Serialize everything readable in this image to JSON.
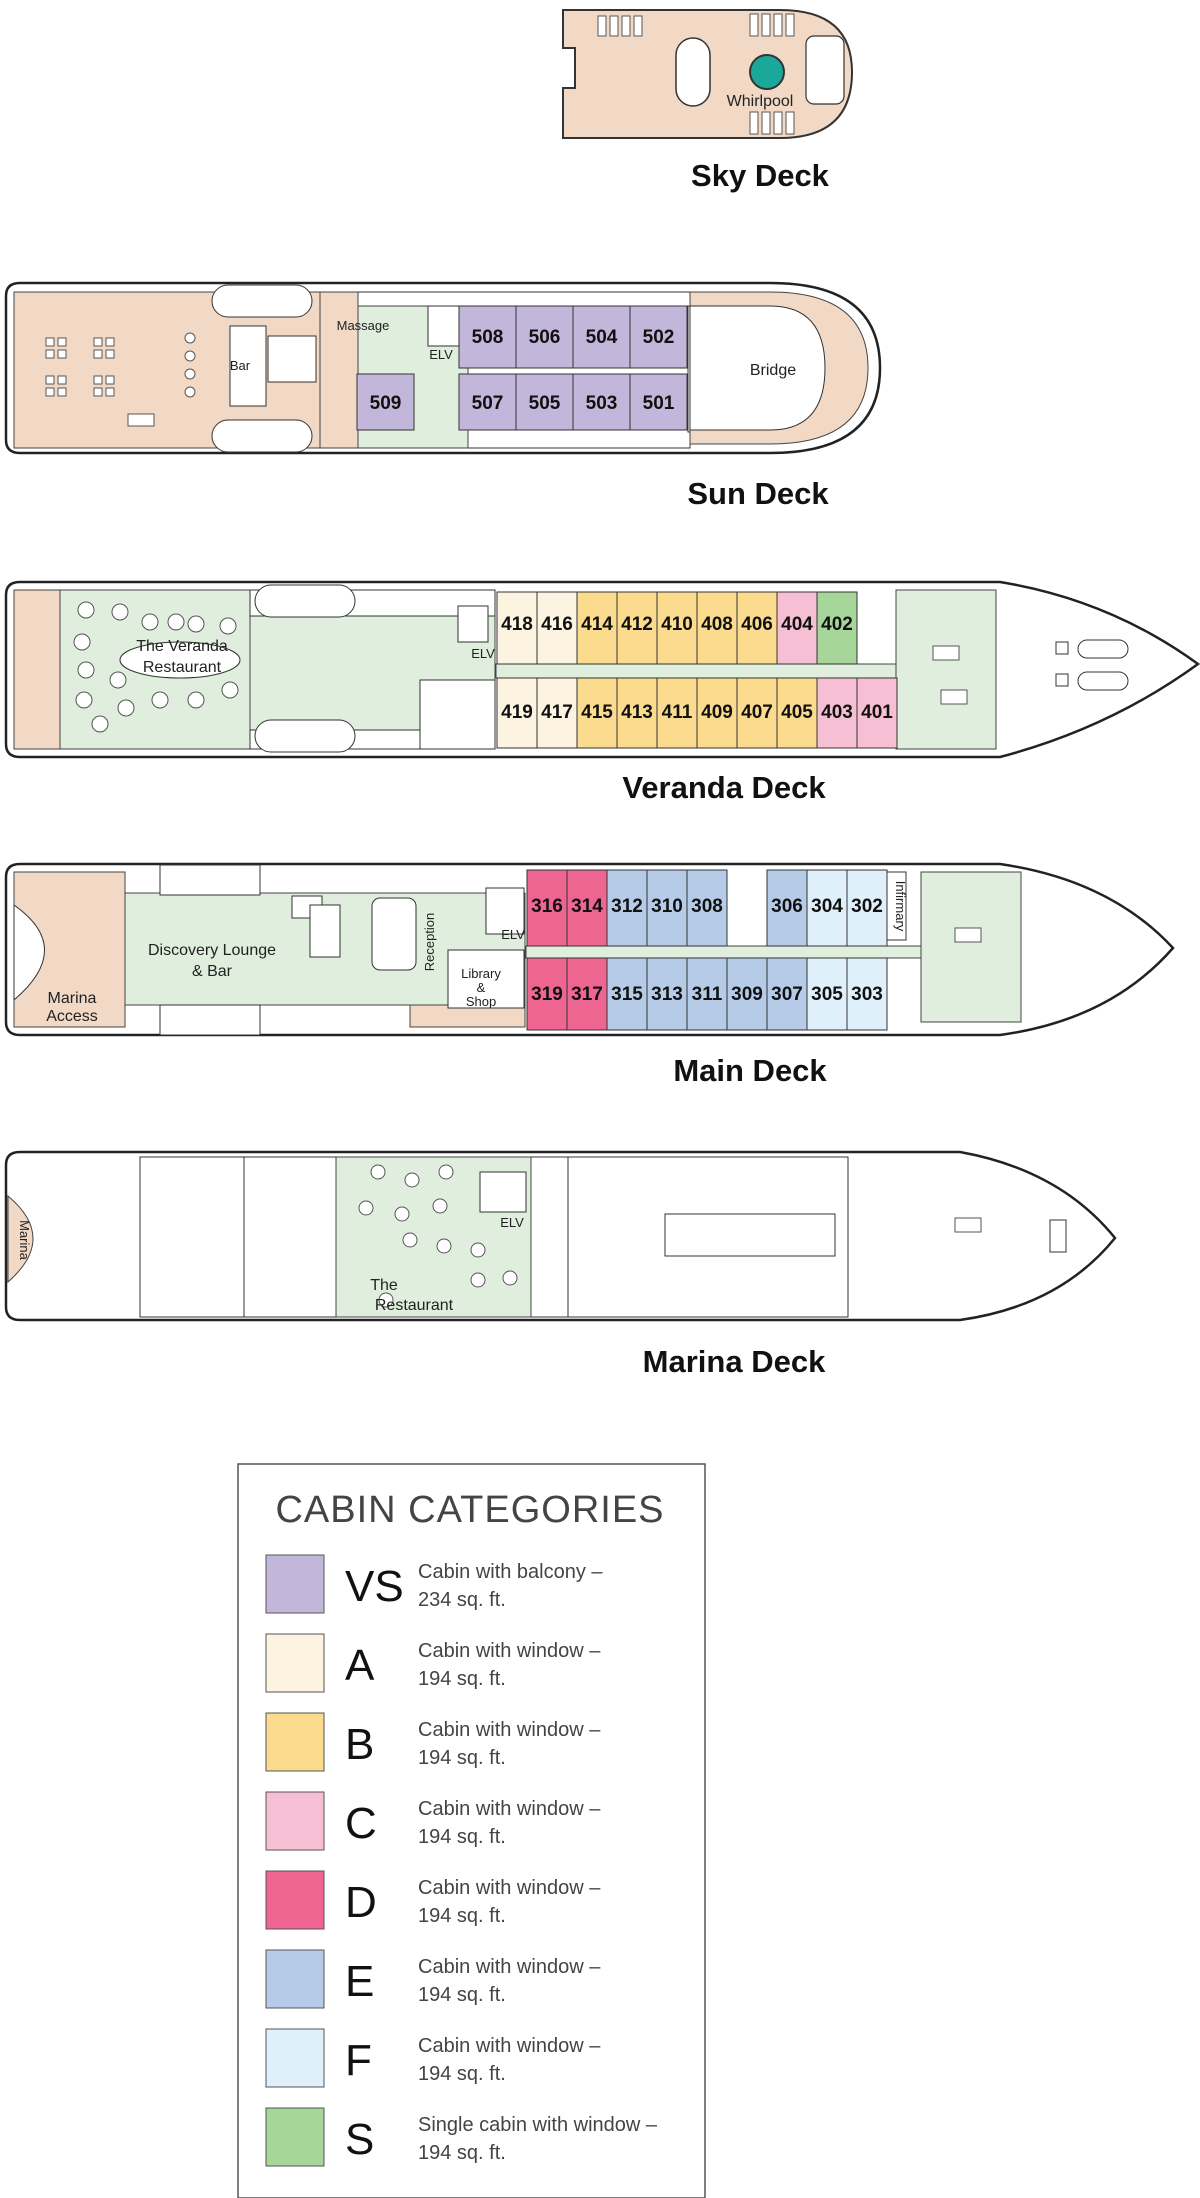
{
  "decks": [
    {
      "id": "sky",
      "title": "Sky Deck",
      "labels": {
        "whirlpool": "Whirlpool"
      }
    },
    {
      "id": "sun",
      "title": "Sun Deck",
      "labels": {
        "massage": "Massage",
        "elv": "ELV",
        "bar": "Bar",
        "bridge": "Bridge"
      },
      "cabins_top": [
        {
          "num": "508",
          "cat": "VS"
        },
        {
          "num": "506",
          "cat": "VS"
        },
        {
          "num": "504",
          "cat": "VS"
        },
        {
          "num": "502",
          "cat": "VS"
        }
      ],
      "cabins_bottom": [
        {
          "num": "509",
          "cat": "VS"
        },
        {
          "num": "507",
          "cat": "VS"
        },
        {
          "num": "505",
          "cat": "VS"
        },
        {
          "num": "503",
          "cat": "VS"
        },
        {
          "num": "501",
          "cat": "VS"
        }
      ]
    },
    {
      "id": "veranda",
      "title": "Veranda Deck",
      "labels": {
        "restaurant_1": "The Veranda",
        "restaurant_2": "Restaurant",
        "elv": "ELV"
      },
      "cabins_top": [
        {
          "num": "418",
          "cat": "A"
        },
        {
          "num": "416",
          "cat": "A"
        },
        {
          "num": "414",
          "cat": "B"
        },
        {
          "num": "412",
          "cat": "B"
        },
        {
          "num": "410",
          "cat": "B"
        },
        {
          "num": "408",
          "cat": "B"
        },
        {
          "num": "406",
          "cat": "B"
        },
        {
          "num": "404",
          "cat": "C"
        },
        {
          "num": "402",
          "cat": "S"
        }
      ],
      "cabins_bottom": [
        {
          "num": "419",
          "cat": "A"
        },
        {
          "num": "417",
          "cat": "A"
        },
        {
          "num": "415",
          "cat": "B"
        },
        {
          "num": "413",
          "cat": "B"
        },
        {
          "num": "411",
          "cat": "B"
        },
        {
          "num": "409",
          "cat": "B"
        },
        {
          "num": "407",
          "cat": "B"
        },
        {
          "num": "405",
          "cat": "B"
        },
        {
          "num": "403",
          "cat": "C"
        },
        {
          "num": "401",
          "cat": "C"
        }
      ]
    },
    {
      "id": "main",
      "title": "Main Deck",
      "labels": {
        "lounge_1": "Discovery Lounge",
        "lounge_2": "& Bar",
        "marina_1": "Marina",
        "marina_2": "Access",
        "reception": "Reception",
        "library_1": "Library",
        "library_2": "&",
        "library_3": "Shop",
        "elv": "ELV",
        "infirmary": "Infirmary"
      },
      "cabins_top": [
        {
          "num": "316",
          "cat": "D"
        },
        {
          "num": "314",
          "cat": "D"
        },
        {
          "num": "312",
          "cat": "E"
        },
        {
          "num": "310",
          "cat": "E"
        },
        {
          "num": "308",
          "cat": "E"
        },
        {
          "num": "306",
          "cat": "E"
        },
        {
          "num": "304",
          "cat": "F"
        },
        {
          "num": "302",
          "cat": "F"
        }
      ],
      "cabins_bottom": [
        {
          "num": "319",
          "cat": "D"
        },
        {
          "num": "317",
          "cat": "D"
        },
        {
          "num": "315",
          "cat": "E"
        },
        {
          "num": "313",
          "cat": "E"
        },
        {
          "num": "311",
          "cat": "E"
        },
        {
          "num": "309",
          "cat": "E"
        },
        {
          "num": "307",
          "cat": "E"
        },
        {
          "num": "305",
          "cat": "F"
        },
        {
          "num": "303",
          "cat": "F"
        }
      ]
    },
    {
      "id": "marina",
      "title": "Marina Deck",
      "labels": {
        "marina": "Marina",
        "restaurant_1": "The",
        "restaurant_2": "Restaurant",
        "elv": "ELV"
      }
    }
  ],
  "legend": {
    "title": "CABIN CATEGORIES",
    "items": [
      {
        "code": "VS",
        "color": "#c3b6db",
        "line1": "Cabin with balcony –",
        "line2": "234 sq. ft."
      },
      {
        "code": "A",
        "color": "#fdf3e1",
        "line1": "Cabin with window –",
        "line2": "194 sq. ft."
      },
      {
        "code": "B",
        "color": "#fbdc8f",
        "line1": "Cabin with window –",
        "line2": "194 sq. ft."
      },
      {
        "code": "C",
        "color": "#f7bfd3",
        "line1": "Cabin with window –",
        "line2": "194 sq. ft."
      },
      {
        "code": "D",
        "color": "#ee6592",
        "line1": "Cabin with window –",
        "line2": "194 sq. ft."
      },
      {
        "code": "E",
        "color": "#b6cbe8",
        "line1": "Cabin with window –",
        "line2": "194 sq. ft."
      },
      {
        "code": "F",
        "color": "#e0f0fb",
        "line1": "Cabin with window –",
        "line2": "194 sq. ft."
      },
      {
        "code": "S",
        "color": "#a7d69a",
        "line1": "Single cabin with window –",
        "line2": "194 sq. ft."
      }
    ]
  },
  "colors": {
    "green_area": "#dfeedd",
    "beige_area": "#f2d9c5",
    "whirlpool": "#1aa89a"
  }
}
